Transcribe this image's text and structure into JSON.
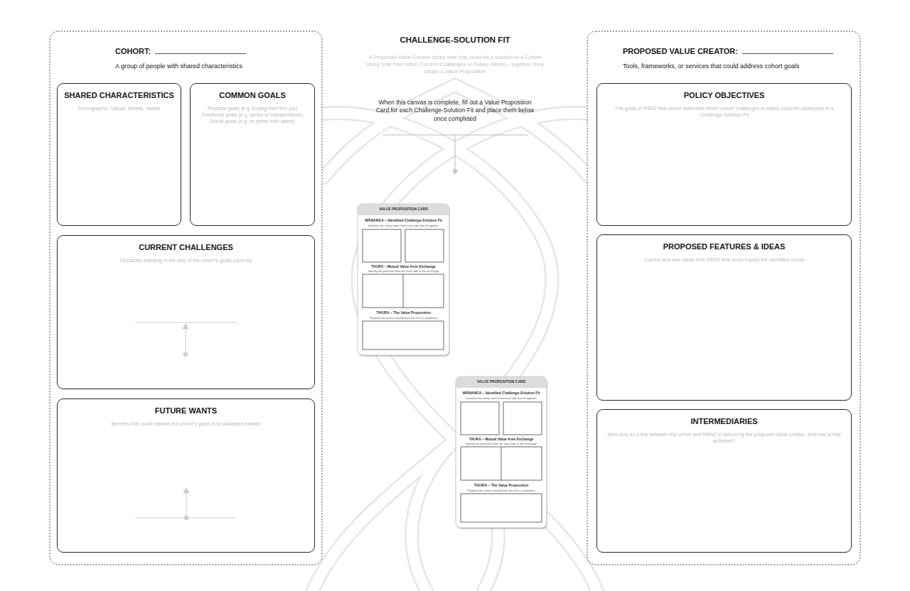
{
  "diagram": {
    "title": "CHALLENGE-SOLUTION FIT",
    "nodes": [
      {
        "text": [
          "COHORT:",
          "A group of people with shared characteristics"
        ]
      },
      {
        "text": [
          "SHARED CHARACTERISTICS",
          "Demographic, Values, Beliefs, Habits"
        ],
        "in": 0
      },
      {
        "text": [
          "COMMON GOALS",
          "Physical goals (e.g. buying their first car) Emotional goals (e.g. sense of independence) Social goals (e.g. im press their peers)"
        ],
        "in": 0
      },
      {
        "text": [
          "CURRENT CHALLENGES",
          "Obstacles standing in the way of the cohort's goals currently"
        ],
        "in": 0
      },
      {
        "text": [
          "FUTURE WANTS",
          "Benefits that could elevate the cohort's goals if no obstacles existed"
        ],
        "in": 0
      },
      {
        "text": [
          "PROPOSED VALUE CREATOR:",
          "Tools, frameworks, or services that could address cohort goals"
        ]
      },
      {
        "text": [
          "POLICY OBJECTIVES",
          "The goals of RBNZ that would determine which cohort challenges or wants could be addressed in a Challenge-Solution Fit"
        ],
        "in": 5
      },
      {
        "text": [
          "PROPOSED FEATURES & IDEAS",
          "Current and new ideas from RBNZ that could impact the identified cohort"
        ],
        "in": 5
      },
      {
        "text": [
          "INTERMEDIARIES",
          "Who acts as a link between the cohort and RBNZ in delivering the proposed value creator, and how is that achieved?"
        ],
        "in": 5
      },
      {
        "text": [
          "VALUE PROPOSITION CARD",
          "WĀNANGA – Identified Challenge-Solution Fit",
          "Visualise the sticky notes from each side that fit together",
          "TAURA – Mutual Value from Exchange",
          "Identify the potential value for each side in the exchange",
          "TAIURA – The Value Proposition",
          "Propose the return created from this fit in a statement"
        ]
      },
      {
        "text": [
          "VALUE PROPOSITION CARD",
          "WĀNANGA – Identified Challenge-Solution Fit",
          "Visualise the sticky notes from each side that fit together",
          "TAURA – Mutual Value from Exchange",
          "Identify the potential value for each side in the exchange",
          "TAIURA – The Value Proposition",
          "Propose the return created from this fit in a statement"
        ]
      }
    ],
    "labels": [
      "A Proposed Value Creator sticky note that could be a solution to a Cohort sticky note from either Current Challenges or Future Wants – together, they create a Value Proposition",
      "When this canvas is complete, fill out a Value Proposition Card for each Challenge-Solution Fit and place them below once completed"
    ]
  }
}
